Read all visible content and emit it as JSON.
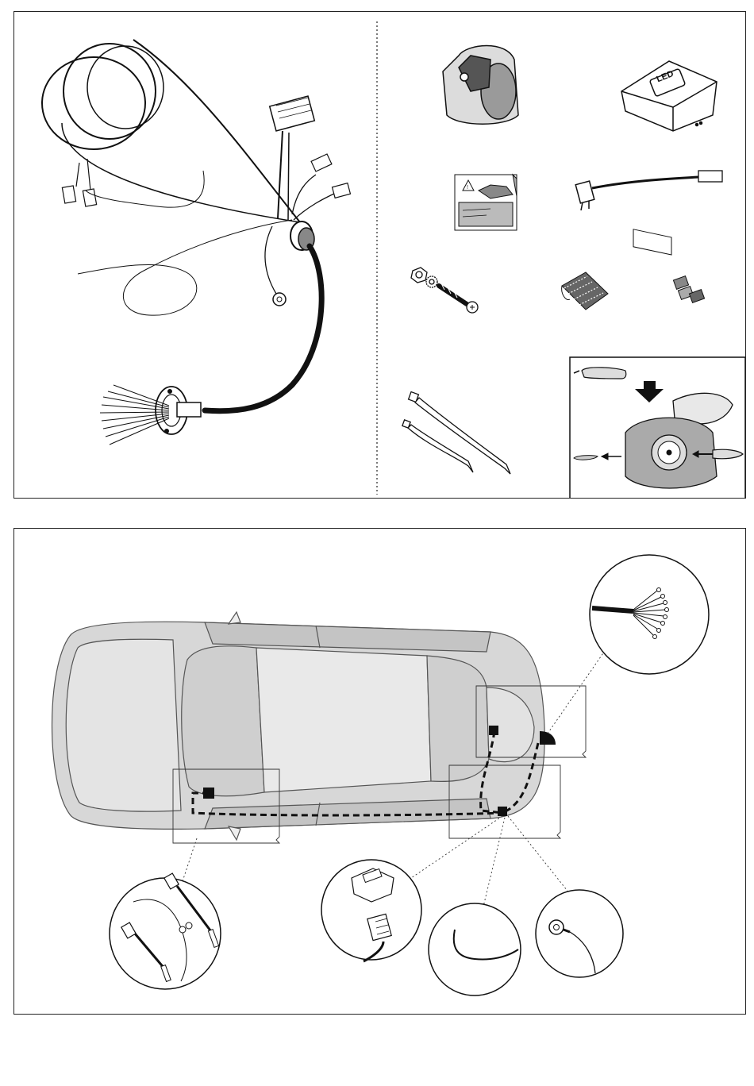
{
  "parts": {
    "led_module": {
      "label": "LED"
    },
    "warning_sticker": {
      "label": ""
    }
  },
  "colors": {
    "line": "#111111",
    "car_body": "#d7d7d7",
    "car_shade": "#bdbdbd",
    "background": "#ffffff"
  },
  "icons": [
    "wiring-harness",
    "socket-13pin",
    "led-module",
    "warning-sticker",
    "fuse-adapter",
    "bolt-nut-washer",
    "connector-pins",
    "cable-ties",
    "socket-assembly-inset",
    "car-top-view",
    "detail-circle"
  ]
}
